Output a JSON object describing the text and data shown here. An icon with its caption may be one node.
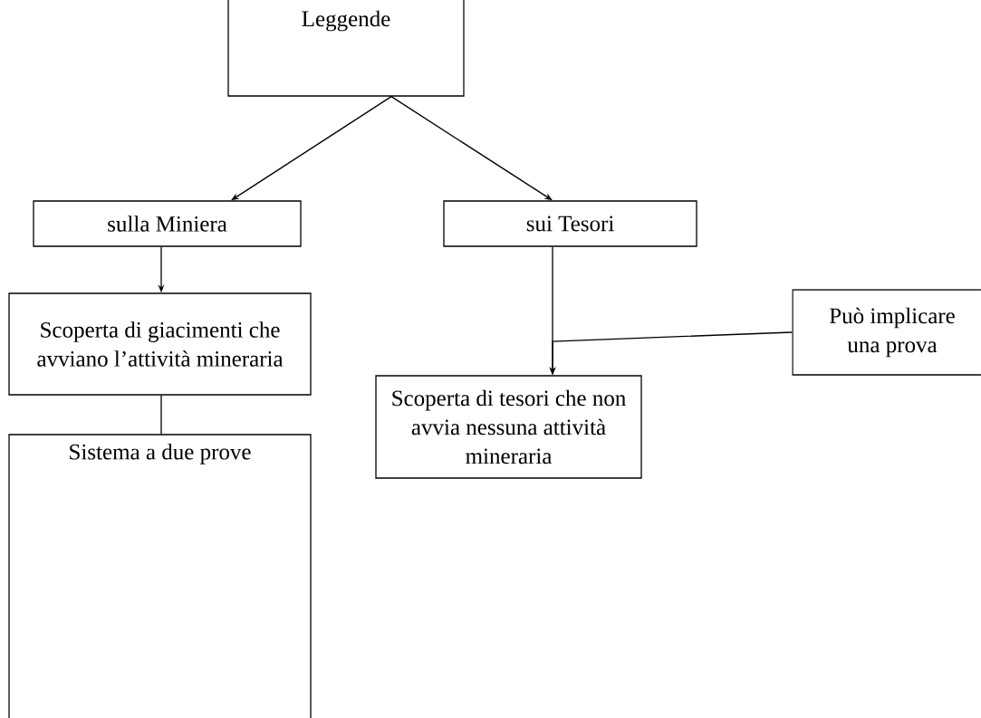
{
  "diagram": {
    "nodes": [
      {
        "text": [
          "Leggende"
        ]
      },
      {
        "text": [
          "sulla Miniera"
        ]
      },
      {
        "text": [
          "sui Tesori"
        ]
      },
      {
        "text": [
          "Scoperta di giacimenti che avviano l’attività mineraria"
        ]
      },
      {
        "text": [
          "Sistema a due prove"
        ]
      },
      {
        "text": [
          "Scoperta di tesori che non avvia nessuna attività mineraria"
        ]
      },
      {
        "text": [
          "Può implicare una prova"
        ]
      }
    ],
    "edges": [
      {
        "from": 0,
        "to": 1,
        "arrow": "to"
      },
      {
        "from": 0,
        "to": 2,
        "arrow": "to"
      },
      {
        "from": 1,
        "to": 3,
        "arrow": "to"
      },
      {
        "from": 3,
        "to": 4,
        "arrow": "none"
      },
      {
        "from": 2,
        "to": 5,
        "arrow": "to"
      },
      {
        "from": 6,
        "to": 5,
        "arrow": "to"
      }
    ]
  }
}
